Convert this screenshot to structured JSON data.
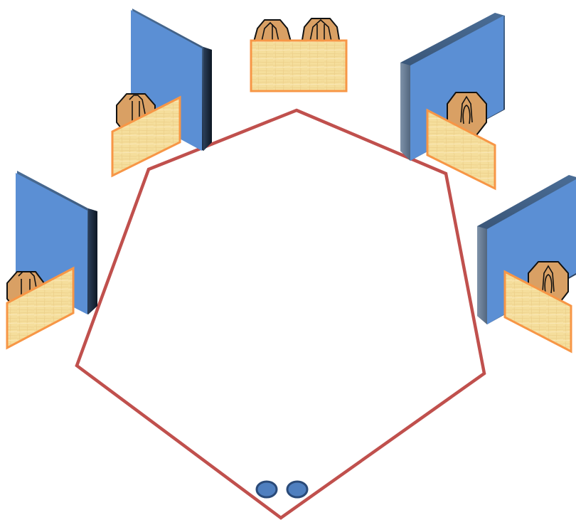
{
  "diagram": {
    "kind": "seating-layout",
    "perimeter_shape": "heptagon-outline",
    "workstations": [
      {
        "id": "ws-top",
        "has_panel": false,
        "occupants": 2
      },
      {
        "id": "ws-upper-left",
        "has_panel": true,
        "occupants": 1
      },
      {
        "id": "ws-upper-right",
        "has_panel": true,
        "occupants": 1
      },
      {
        "id": "ws-left",
        "has_panel": true,
        "occupants": 1
      },
      {
        "id": "ws-right",
        "has_panel": true,
        "occupants": 1
      }
    ],
    "markers": {
      "count": 2,
      "icon": "circle-marker-icon"
    }
  },
  "colors": {
    "perimeter": "#C0504D",
    "panel_front": "#5B8FD4",
    "panel_dark": "#1F2F44",
    "panel_edge": "#5F7590",
    "desk_fill": "#F5DE9C",
    "desk_border": "#F79646",
    "person_fill": "#D9A064",
    "person_stroke": "#111111",
    "marker_fill": "#4F7FBF",
    "marker_stroke": "#2A4A78"
  }
}
